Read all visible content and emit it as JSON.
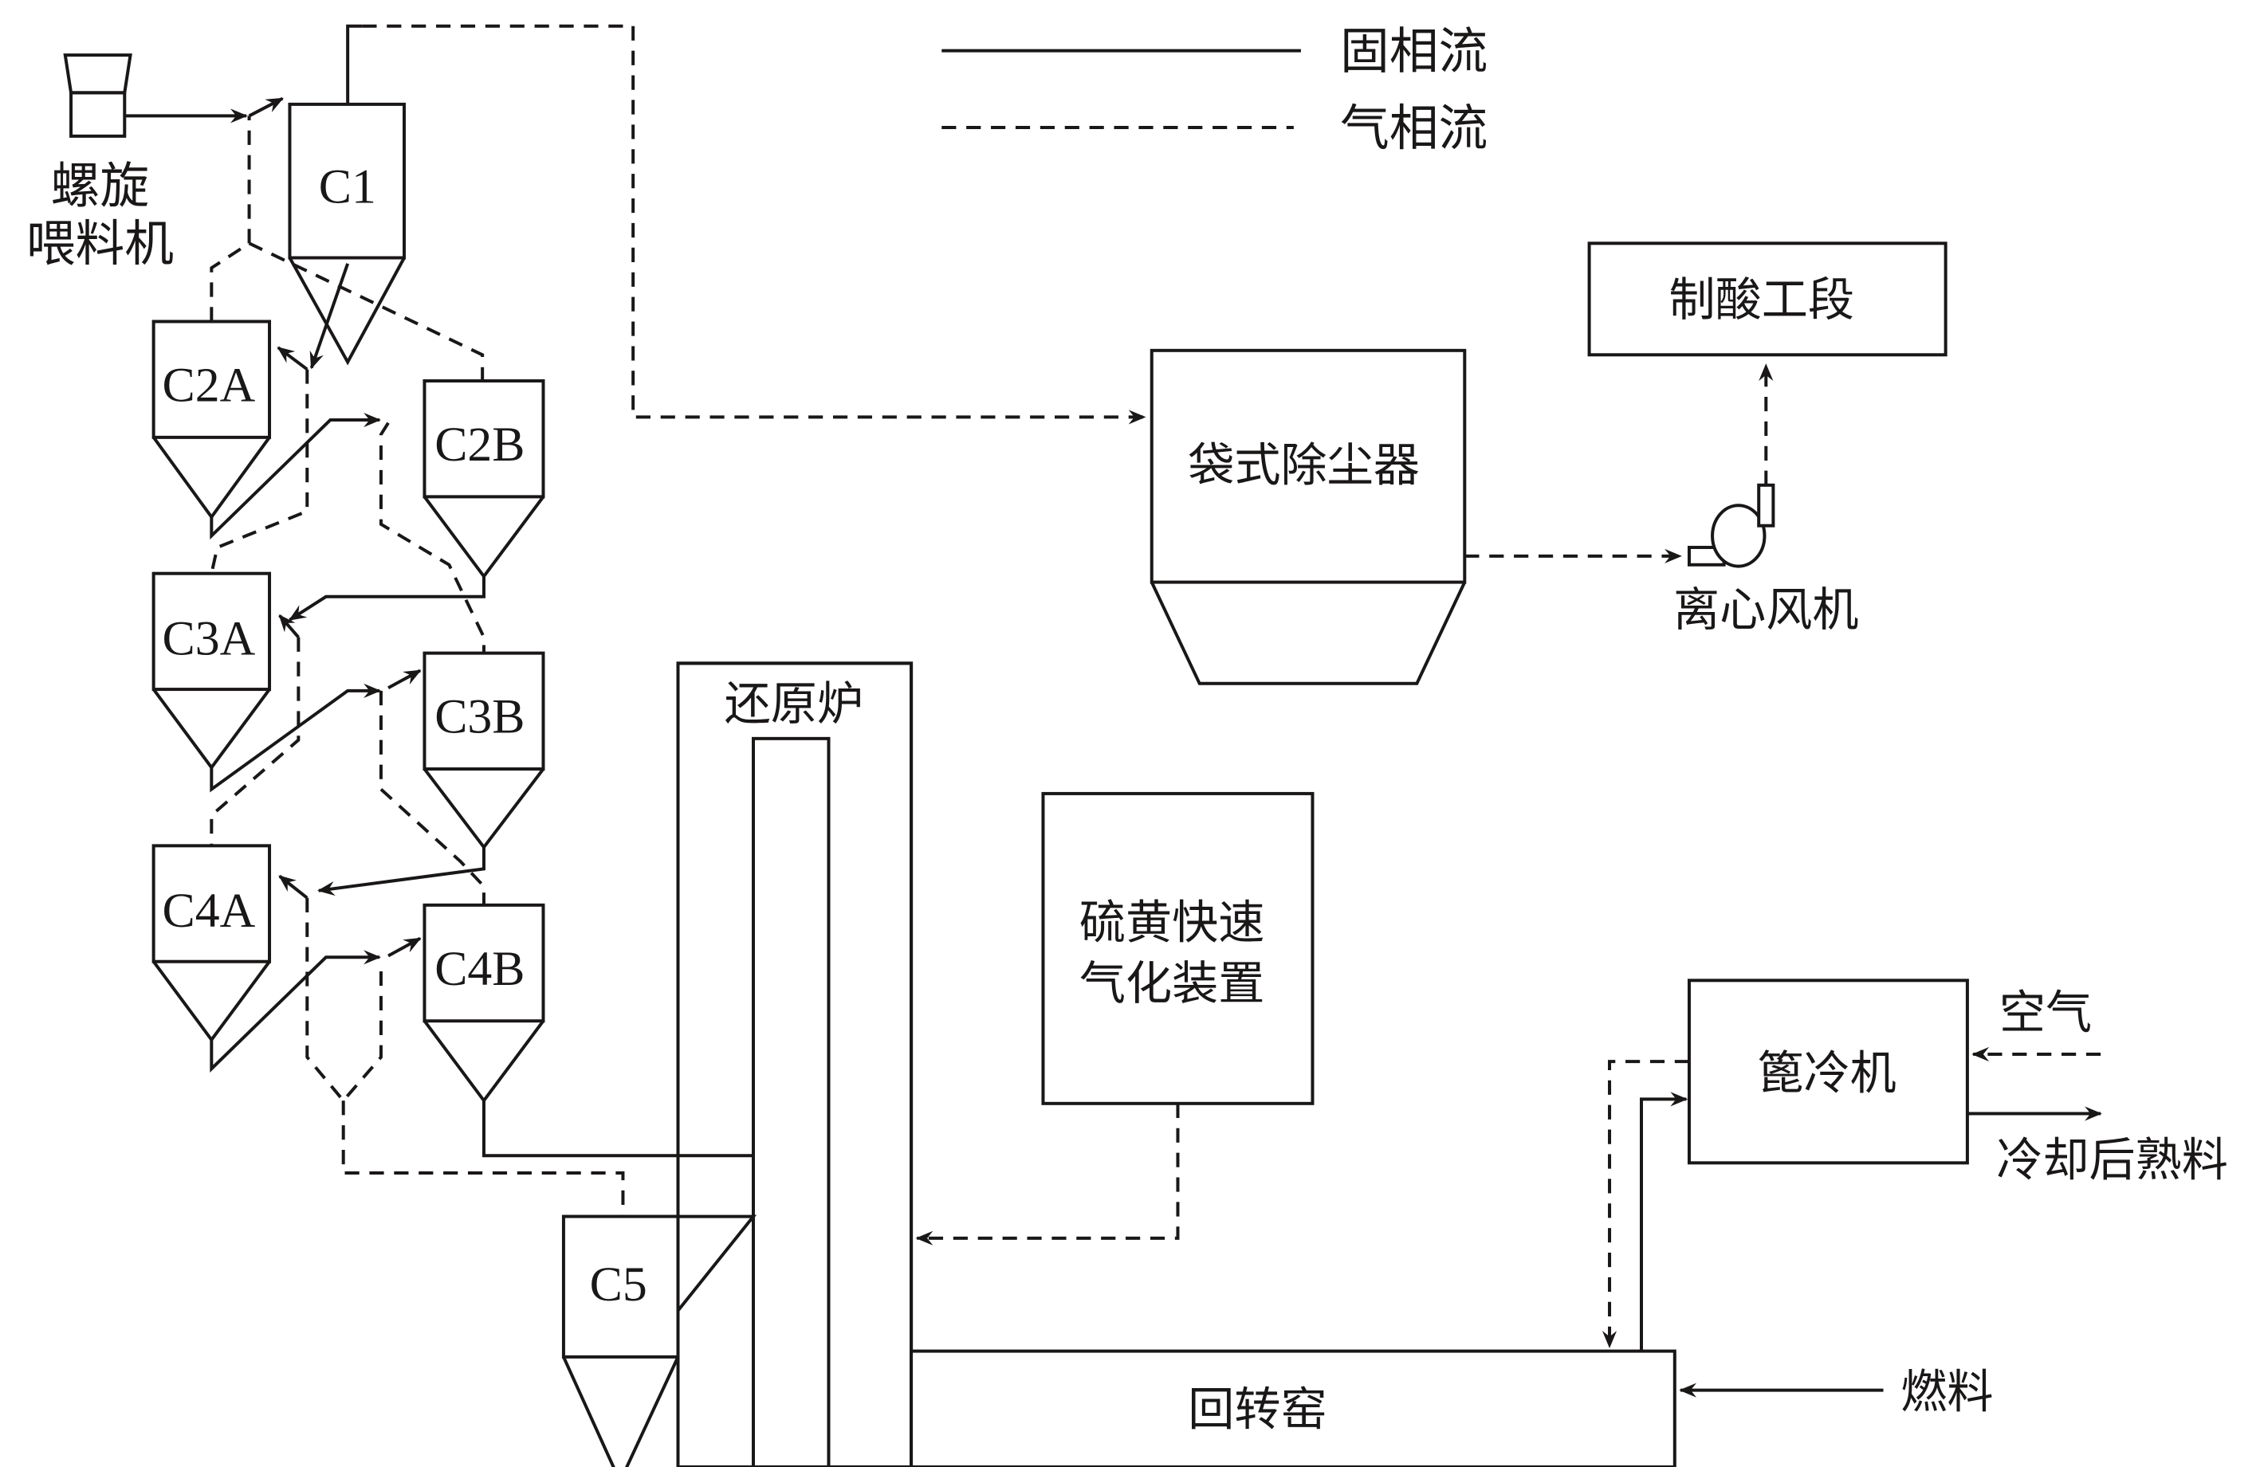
{
  "legend": {
    "solid_label": "固相流",
    "dashed_label": "气相流"
  },
  "feeder": {
    "label_line1": "螺旋",
    "label_line2": "喂料机"
  },
  "cyclones": {
    "c1": "C1",
    "c2a": "C2A",
    "c2b": "C2B",
    "c3a": "C3A",
    "c3b": "C3B",
    "c4a": "C4A",
    "c4b": "C4B",
    "c5": "C5"
  },
  "equipment": {
    "bag_filter": "袋式除尘器",
    "acid_section": "制酸工段",
    "fan": "离心风机",
    "reduction_furnace": "还原炉",
    "sulfur_gasifier_line1": "硫黄快速",
    "sulfur_gasifier_line2": "气化装置",
    "rotary_kiln": "回转窑",
    "grate_cooler": "篦冷机"
  },
  "streams": {
    "air": "空气",
    "cooled_clinker": "冷却后熟料",
    "fuel": "燃料"
  },
  "colors": {
    "line": "#1a1717",
    "background": "#ffffff"
  }
}
